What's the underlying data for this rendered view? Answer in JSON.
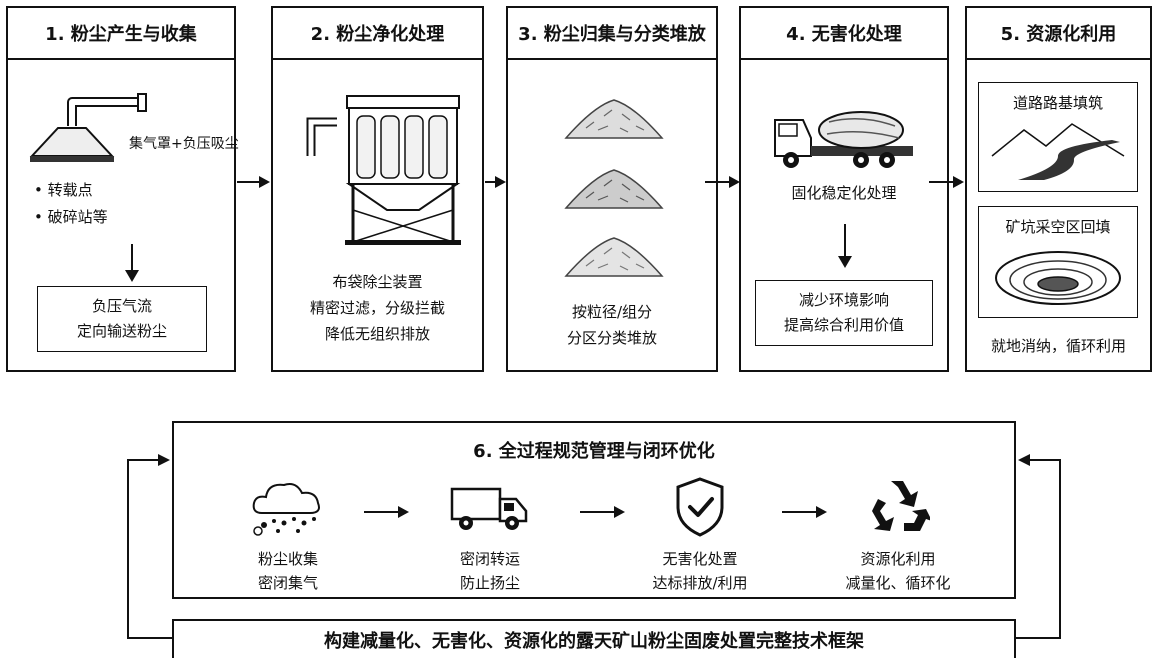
{
  "stages": [
    {
      "title": "1. 粉尘产生与收集",
      "hood_label": "集气罩+负压吸尘",
      "bullets": [
        "• 转载点",
        "• 破碎站等"
      ],
      "box_lines": [
        "负压气流",
        "定向输送粉尘"
      ]
    },
    {
      "title": "2. 粉尘净化处理",
      "lines": [
        "布袋除尘装置",
        "精密过滤，分级拦截",
        "降低无组织排放"
      ]
    },
    {
      "title": "3. 粉尘归集与分类堆放",
      "lines": [
        "按粒径/组分",
        "分区分类堆放"
      ]
    },
    {
      "title": "4. 无害化处理",
      "label": "固化稳定化处理",
      "box_lines": [
        "减少环境影响",
        "提高综合利用价值"
      ]
    },
    {
      "title": "5. 资源化利用",
      "card1": "道路路基填筑",
      "card2": "矿坑采空区回填",
      "footer": "就地消纳，循环利用"
    }
  ],
  "bottom": {
    "title": "6. 全过程规范管理与闭环优化",
    "steps": [
      {
        "line1": "粉尘收集",
        "line2": "密闭集气",
        "icon": "dust-cloud-icon"
      },
      {
        "line1": "密闭转运",
        "line2": "防止扬尘",
        "icon": "truck-icon"
      },
      {
        "line1": "无害化处置",
        "line2": "达标排放/利用",
        "icon": "shield-check-icon"
      },
      {
        "line1": "资源化利用",
        "line2": "减量化、循环化",
        "icon": "recycle-icon"
      }
    ],
    "footer": "构建减量化、无害化、资源化的露天矿山粉尘固废处置完整技术框架"
  }
}
